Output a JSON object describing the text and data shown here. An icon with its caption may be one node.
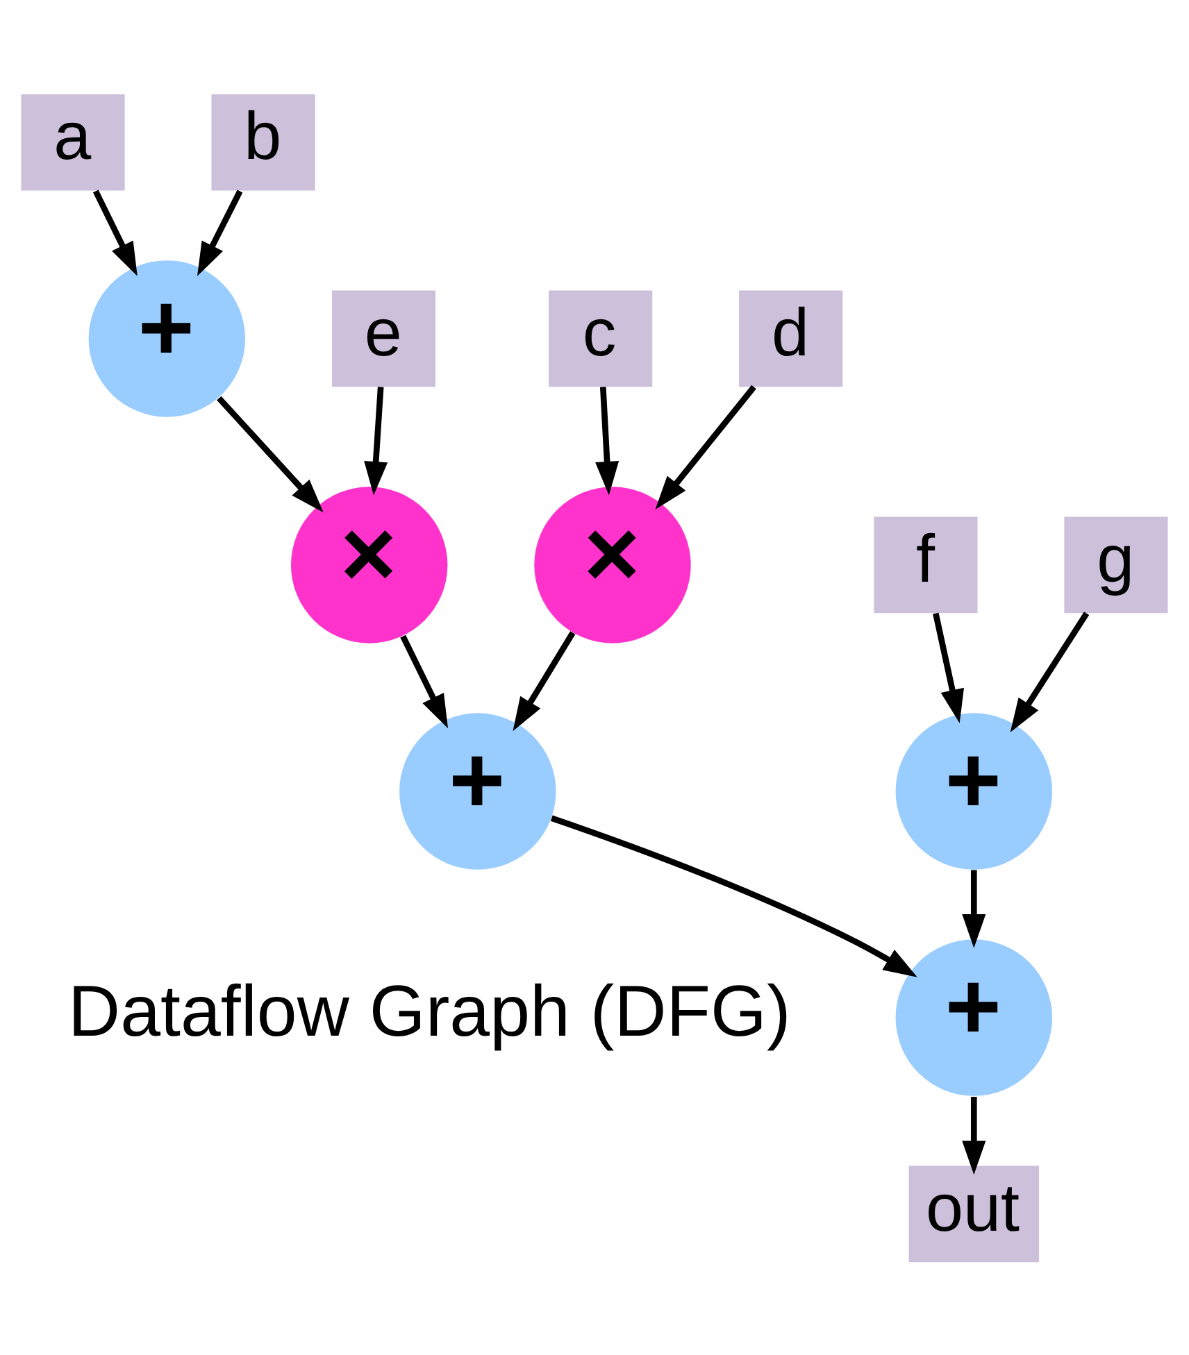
{
  "diagram": {
    "nodes": [
      {
        "text": [
          "a"
        ]
      },
      {
        "text": [
          "b"
        ]
      },
      {
        "text": [
          "+"
        ]
      },
      {
        "text": [
          "e"
        ]
      },
      {
        "text": [
          "c"
        ]
      },
      {
        "text": [
          "d"
        ]
      },
      {
        "text": [
          "×"
        ]
      },
      {
        "text": [
          "×"
        ]
      },
      {
        "text": [
          "f"
        ]
      },
      {
        "text": [
          "g"
        ]
      },
      {
        "text": [
          "+"
        ]
      },
      {
        "text": [
          "+"
        ]
      },
      {
        "text": [
          "+"
        ]
      },
      {
        "text": [
          "out"
        ]
      }
    ],
    "edges": [
      {
        "from": 0,
        "to": 2,
        "arrow": "to"
      },
      {
        "from": 1,
        "to": 2,
        "arrow": "to"
      },
      {
        "from": 2,
        "to": 6,
        "arrow": "to"
      },
      {
        "from": 3,
        "to": 6,
        "arrow": "to"
      },
      {
        "from": 4,
        "to": 7,
        "arrow": "to"
      },
      {
        "from": 5,
        "to": 7,
        "arrow": "to"
      },
      {
        "from": 8,
        "to": 10,
        "arrow": "to"
      },
      {
        "from": 9,
        "to": 10,
        "arrow": "to"
      },
      {
        "from": 6,
        "to": 11,
        "arrow": "to"
      },
      {
        "from": 7,
        "to": 11,
        "arrow": "to"
      },
      {
        "from": 10,
        "to": 12,
        "arrow": "to"
      },
      {
        "from": 11,
        "to": 12,
        "arrow": "to"
      },
      {
        "from": 12,
        "to": 13,
        "arrow": "to"
      }
    ],
    "labels": [
      "Dataflow Graph (DFG)"
    ]
  }
}
